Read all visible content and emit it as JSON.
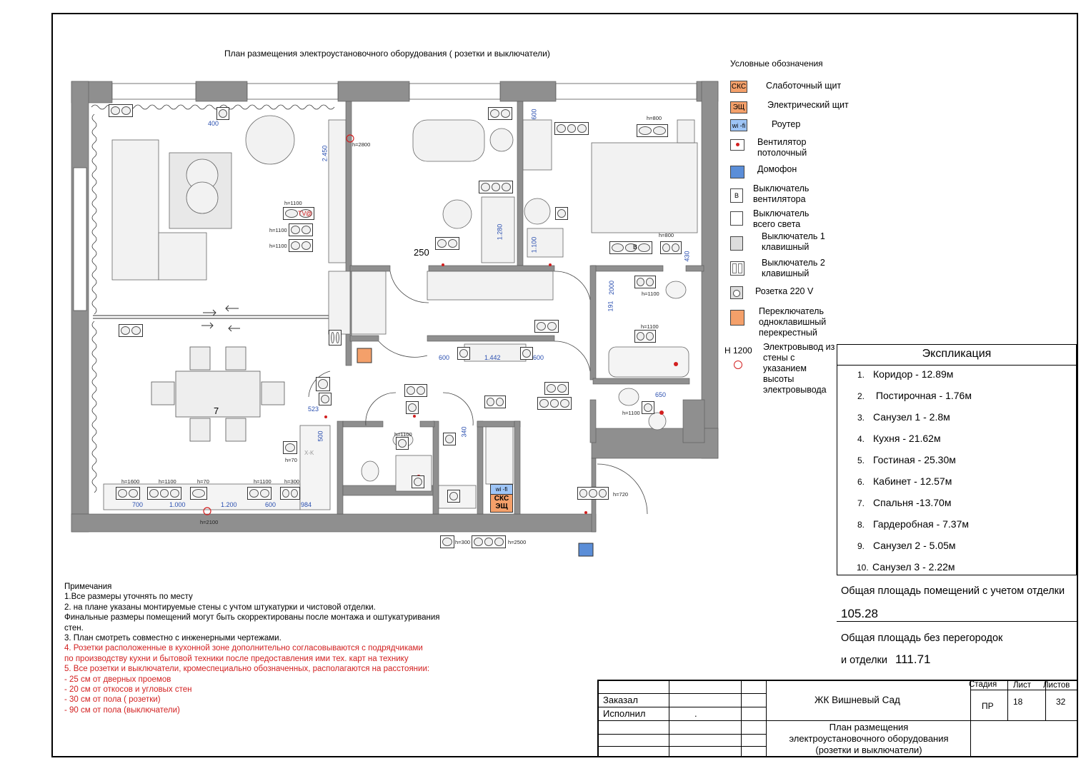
{
  "plan_title": "План размещения электроустановочного оборудования ( розетки и выключатели)",
  "legend": {
    "title": "Условные обозначения",
    "items": [
      {
        "symbol_text": "СКС",
        "label": "Слаботочный щит",
        "symbol": "orange-box-icon"
      },
      {
        "symbol_text": "ЭЩ",
        "label": "Электрический щит",
        "symbol": "orange-box-icon"
      },
      {
        "symbol_text": "wi -fi",
        "label": "Роутер",
        "symbol": "blue-box-icon"
      },
      {
        "symbol_text": "",
        "label": "Вентилятор потолочный",
        "symbol": "red-dot-icon"
      },
      {
        "symbol_text": "",
        "label": "Домофон",
        "symbol": "blue-square-icon"
      },
      {
        "symbol_text": "В",
        "label": "Выключатель вентилятора",
        "symbol": "switch-v-icon"
      },
      {
        "symbol_text": "",
        "label": "Выключатель всего света",
        "symbol": "switch-all-icon"
      },
      {
        "symbol_text": "",
        "label": "Выключатель 1 клавишный",
        "symbol": "switch-1-icon"
      },
      {
        "symbol_text": "",
        "label": "Выключатель 2 клавишный",
        "symbol": "switch-2-icon"
      },
      {
        "symbol_text": "",
        "label": "Розетка 220 V",
        "symbol": "socket-icon"
      },
      {
        "symbol_text": "",
        "label": "Переключатель одноклавишный перекрестный",
        "symbol": "orange-switch-icon"
      },
      {
        "symbol_text": "H 1200",
        "label": "Электровывод из стены с указанием высоты электровывода",
        "symbol": "wall-outlet-icon"
      }
    ]
  },
  "explication": {
    "title": "Экспликация",
    "rows": [
      {
        "n": "1.",
        "text": "Коридор -  12.89м"
      },
      {
        "n": "2.",
        "text": " Постирочная - 1.76м"
      },
      {
        "n": "3.",
        "text": "Санузел 1 - 2.8м"
      },
      {
        "n": "4.",
        "text": "Кухня - 21.62м"
      },
      {
        "n": "5.",
        "text": "Гостиная - 25.30м"
      },
      {
        "n": "6.",
        "text": "Кабинет - 12.57м"
      },
      {
        "n": "7.",
        "text": "Спальня -13.70м"
      },
      {
        "n": "8.",
        "text": "Гардеробная - 7.37м"
      },
      {
        "n": "9.",
        "text": "Санузел 2 - 5.05м"
      },
      {
        "n": "10.",
        "text": "Санузел 3 - 2.22м"
      }
    ],
    "area_with_finish_label": "Общая площадь помещений с учетом отделки",
    "area_with_finish_value": "105.28",
    "area_without_label_1": "Общая площадь без перегородок",
    "area_without_label_2": "и отделки",
    "area_without_value": "111.71"
  },
  "notes": {
    "title": "Примечания",
    "lines": [
      "1.Все размеры уточнять по месту",
      "2. на плане указаны монтируемые стены с учтом штукатурки и чистовой отделки.",
      "Финальные размеры помещений могут быть скорректированы после монтажа и оштукатуривания",
      "стен.",
      "3. План смотреть совместно с инженерными чертежами."
    ],
    "red_lines": [
      "4. Розетки расположенные в кухонной зоне дополнительно согласовываются с подрядчиками",
      "по производству кухни и бытовой техники после предоставления ими тех. карт на технику",
      "5. Все розетки и выключатели, кромеспециально обозначенных, располагаются на расстоянии:",
      "- 25 см от дверных проемов",
      "- 20 см от откосов и угловых стен",
      "- 30 см от пола ( розетки)",
      "- 90 см от пола (выключатели)"
    ]
  },
  "stamp": {
    "ordered_label": "Заказал",
    "performed_label": "Исполнил",
    "dot": ".",
    "project": "ЖК Вишневый Сад",
    "sheet_title_1": "План размещения",
    "sheet_title_2": "электроустановочного оборудования",
    "sheet_title_3": "(розетки и выключатели)",
    "stage_label": "Стадия",
    "sheet_label": "Лист",
    "sheets_label": "Листов",
    "stage": "ПР",
    "sheet": "18",
    "sheets": "32"
  },
  "plan": {
    "labels": {
      "room_250": "250",
      "room_7": "7",
      "h_1100_a": "h=1100",
      "h_1100_b": "h=1100",
      "h_1100_c": "h=1100",
      "h_1100_d": "h=1100",
      "h_1100_e": "h=1100",
      "h_1100_f": "h=1100",
      "h_1100_g": "h=1100",
      "h_1100_h": "h=1100",
      "h_1100_i": "h=1100",
      "h_1600": "h=1600",
      "h_70": "h=70",
      "h_70b": "h=70",
      "h_300": "h=300",
      "h_2100": "h=2100",
      "h_2800": "h=2800",
      "h_800": "h=800",
      "h_800b": "h=800",
      "h_720": "h=720",
      "h_300b": "h=300",
      "h_2500": "h=2500",
      "tv": "TV",
      "at": "@",
      "b": "В",
      "xk": "X-K",
      "wifi": "wi -fi",
      "sks": "СКС",
      "esh": "ЭЩ"
    },
    "dims": {
      "d400": "400",
      "d2450": "2.450",
      "d1280": "1.280",
      "d1100": "1.100",
      "d600a": "600",
      "d1442": "1.442",
      "d600b": "600",
      "d523": "523",
      "d500": "500",
      "d340": "340",
      "d700": "700",
      "d1000": "1.000",
      "d1200": "1.200",
      "d600c": "600",
      "d984": "984",
      "d2000": "2000",
      "d191": "191",
      "d650": "650",
      "d430": "430",
      "d600d": "600"
    }
  },
  "colors": {
    "accent_orange": "#f4a06a",
    "wifi_blue": "#9ec5f7",
    "intercom_blue": "#5b8ed8",
    "red_text": "#d21f1f",
    "dim_blue": "#2a4fb0",
    "wall_gray": "#8f8f8f"
  }
}
